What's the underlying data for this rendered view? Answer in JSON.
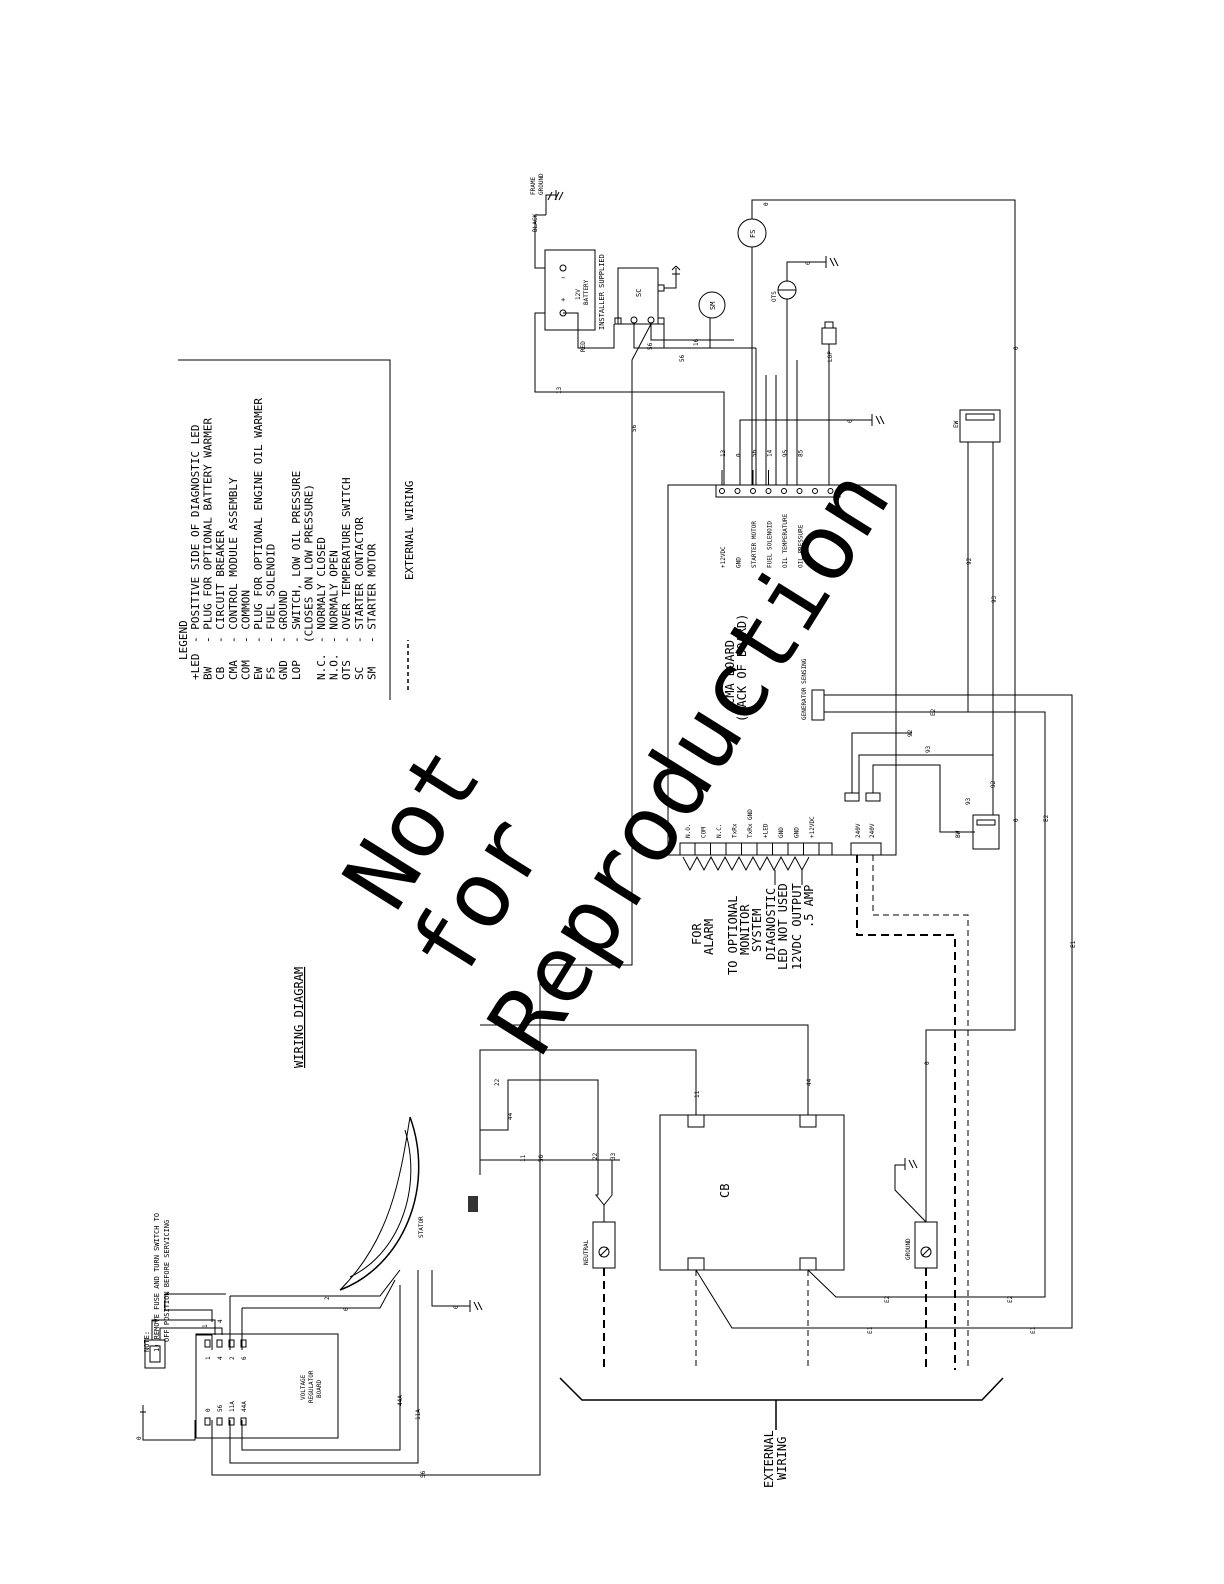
{
  "watermark": {
    "line1": "Not",
    "line2": "for",
    "line3": "Reproduction"
  },
  "title": "WIRING DIAGRAM",
  "note": {
    "line1": "NOTE:",
    "line2": "1) REMOVE FUSE AND TURN SWITCH TO",
    "line3": "OFF POSITION BEFORE SERVICING"
  },
  "legend": {
    "heading": "LEGEND",
    "items": [
      {
        "code": "+LED",
        "desc": "- POSITIVE SIDE OF DIAGNOSTIC LED"
      },
      {
        "code": "BW",
        "desc": "- PLUG FOR OPTIONAL BATTERY WARMER"
      },
      {
        "code": "CB",
        "desc": "- CIRCUIT BREAKER"
      },
      {
        "code": "CMA",
        "desc": "- CONTROL MODULE ASSEMBLY"
      },
      {
        "code": "COM",
        "desc": "- COMMON"
      },
      {
        "code": "EW",
        "desc": "- PLUG FOR OPTIONAL ENGINE OIL WARMER"
      },
      {
        "code": "FS",
        "desc": "- FUEL SOLENOID"
      },
      {
        "code": "GND",
        "desc": "- GROUND"
      },
      {
        "code": "LOP",
        "desc": "- SWITCH, LOW OIL PRESSURE"
      },
      {
        "code": "",
        "desc": "  (CLOSES ON LOW PRESSURE)"
      },
      {
        "code": "N.C.",
        "desc": "- NORMALY CLOSED"
      },
      {
        "code": "N.O.",
        "desc": "- NORMALY OPEN"
      },
      {
        "code": "OTS",
        "desc": "- OVER TEMPERATURE SWITCH"
      },
      {
        "code": "SC",
        "desc": "- STARTER CONTACTOR"
      },
      {
        "code": "SM",
        "desc": "- STARTER MOTOR"
      }
    ],
    "external": "EXTERNAL WIRING"
  },
  "components": {
    "cma": "CMA BOARD",
    "cma_sub": "(BACK OF BOARD)",
    "generator_sensing": "GENERATOR SENSING",
    "cb": "CB",
    "stator": "STATOR",
    "vr_line1": "VOLTAGE",
    "vr_line2": "REGULATOR",
    "vr_line3": "BOARD",
    "battery_line1": "12V",
    "battery_line2": "BATTERY",
    "installer": "INSTALLER SUPPLIED",
    "sc": "SC",
    "sm": "SM",
    "fs": "FS",
    "ots": "OTS",
    "lop": "LOP",
    "ew": "EW",
    "bw": "BW",
    "neutral": "NEUTRAL",
    "ground": "GROUND",
    "black": "BLACK",
    "frame_ground_1": "FRAME",
    "frame_ground_2": "GROUND",
    "red": "RED",
    "external_1": "EXTERNAL",
    "external_2": "WIRING"
  },
  "cma_top_terminals": [
    "+12VDC",
    "GND",
    "STARTER MOTOR",
    "FUEL SOLENOID",
    "OIL TEMPERATURE",
    "OIL PRESSURE"
  ],
  "cma_top_wires": [
    "13",
    "0",
    "56",
    "14",
    "95",
    "85"
  ],
  "cma_bottom_terminals": [
    "N.O.",
    "COM",
    "N.C.",
    "TxRx",
    "TxRx GND",
    "+LED",
    "GND",
    "GND",
    "+12VDC"
  ],
  "cma_240": [
    "240V",
    "240V"
  ],
  "annotations": {
    "alarm_1": "FOR",
    "alarm_2": "ALARM",
    "monitor_1": "TO OPTIONAL",
    "monitor_2": "MONITOR",
    "monitor_3": "SYSTEM",
    "diag_1": "DIAGNOSTIC",
    "diag_2": "LED NOT USED",
    "out_1": "12VDC OUTPUT",
    "out_2": ".5 AMP"
  },
  "wires": {
    "w0": "0",
    "w2": "2",
    "w4": "4",
    "w6": "6",
    "w1": "1",
    "w11": "11",
    "w11a": "11A",
    "w13": "13",
    "w14": "14",
    "w16": "16",
    "w22": "22",
    "w33": "33",
    "w44": "44",
    "w44a": "44A",
    "w56": "56",
    "w92": "92",
    "w93": "93",
    "w95": "95",
    "w85": "85",
    "e1": "E1",
    "e2": "E2"
  },
  "vr_terminals": [
    "1",
    "4",
    "2",
    "6",
    "0",
    "56",
    "11A",
    "44A"
  ]
}
